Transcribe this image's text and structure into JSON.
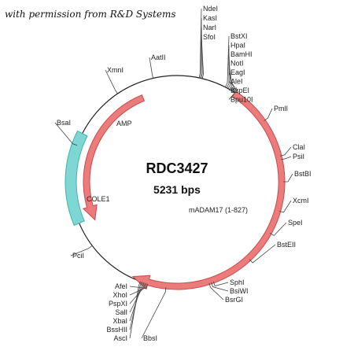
{
  "permission_note": "with permission from R&D Systems",
  "plasmid": {
    "name": "RDC3427",
    "size": "5231 bps"
  },
  "colors": {
    "backbone": "#222222",
    "leader": "#444444",
    "arrow_fill": "#ec7b7b",
    "arrow_stroke": "#c94c4c",
    "cole1_fill": "#7ed7d2",
    "cole1_stroke": "#3fb3ad"
  },
  "features": [
    {
      "label": "AMP",
      "kind": "arrow"
    },
    {
      "label": "mADAM17 (1-827)",
      "kind": "arrow"
    },
    {
      "label": "COLE1",
      "kind": "box"
    }
  ],
  "sites": {
    "top_cluster": [
      "NdeI",
      "KasI",
      "NarI",
      "SfoI"
    ],
    "upper_right_cluster": [
      "BstXI",
      "HpaI",
      "BamHI",
      "NotI",
      "EagI",
      "AleI",
      "BspEI",
      "Bpu10I"
    ],
    "right": [
      "PmlI",
      "ClaI",
      "PsiI",
      "BstBI",
      "XcmI",
      "SpeI",
      "BstEII"
    ],
    "lower_right_cluster": [
      "SphI",
      "BsiWI",
      "BsrGI"
    ],
    "bottom_left_cluster": [
      "AfeI",
      "XhoI",
      "PspXI",
      "SalI",
      "XbaI",
      "BssHII",
      "AscI"
    ],
    "bottom": [
      "BbsI"
    ],
    "left": [
      "PciI",
      "BsaI",
      "XmnI",
      "AatII"
    ]
  }
}
